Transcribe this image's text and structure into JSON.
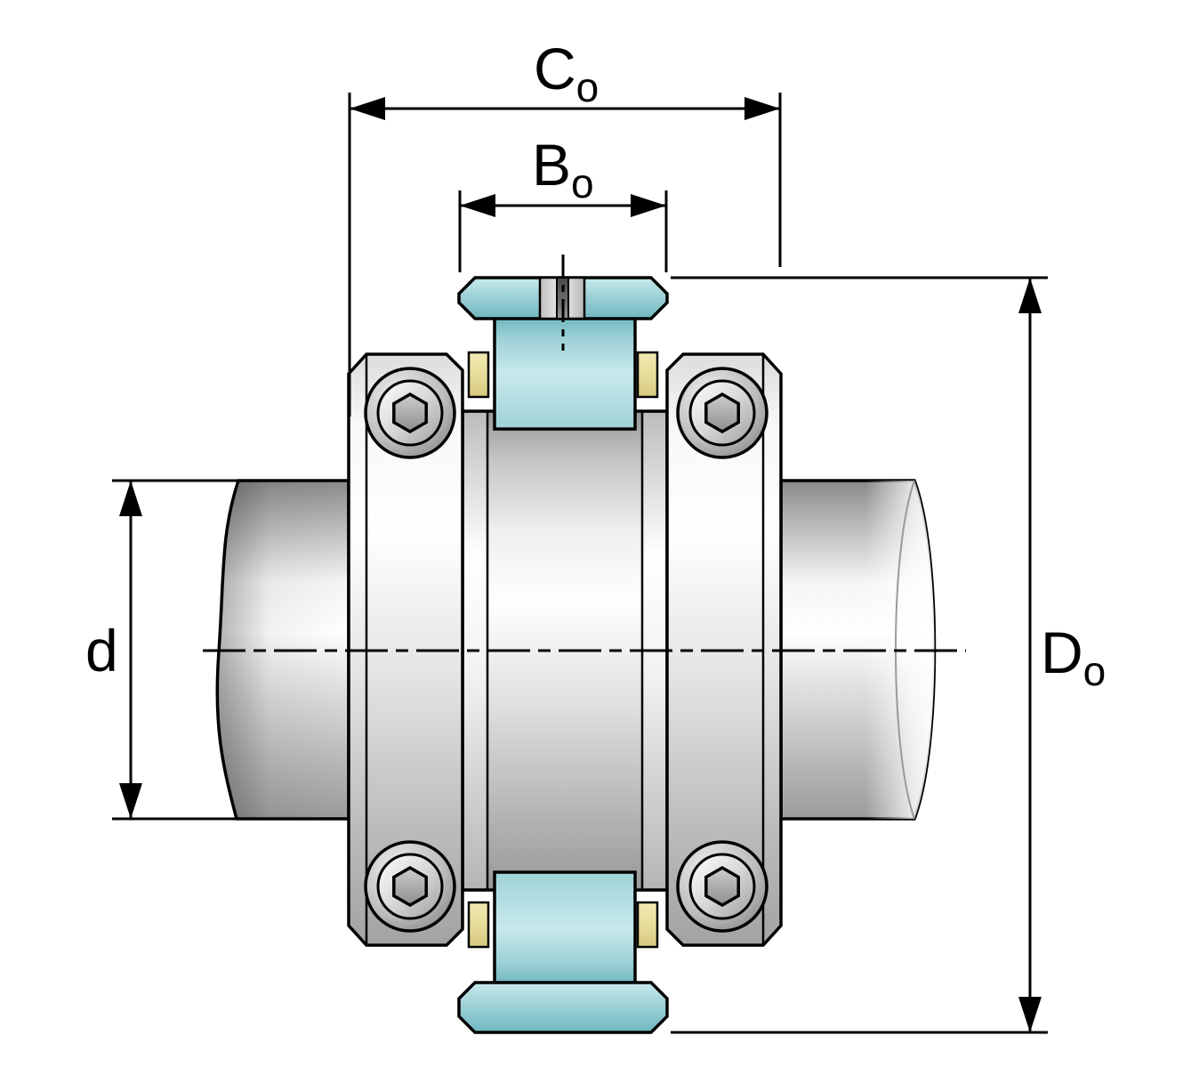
{
  "figure": {
    "type": "technical-drawing"
  },
  "labels": {
    "c0": {
      "text": "C",
      "sub": "o"
    },
    "b0": {
      "text": "B",
      "sub": "o"
    },
    "d": {
      "text": "d",
      "sub": ""
    },
    "d0": {
      "text": "D",
      "sub": "o"
    }
  },
  "colors": {
    "outline": "#000000",
    "seal_teal": "#9ed2d7",
    "seal_teal_dark": "#6fb7bf",
    "seal_teal_light": "#c8e9ec",
    "cage_yellow_light": "#f1e9b4",
    "cage_yellow": "#e7dd9b",
    "cage_yellow_dark": "#d6c87e"
  }
}
